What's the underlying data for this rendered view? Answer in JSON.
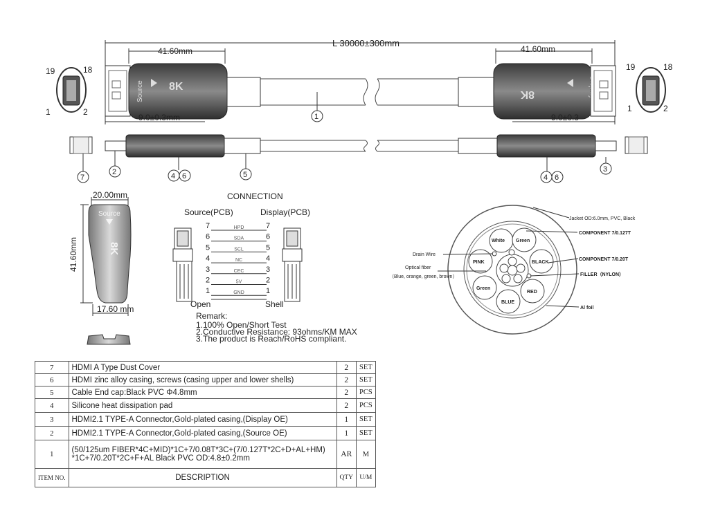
{
  "dimensions": {
    "total_length": "L 30000±300mm",
    "plug_length_left": "41.60mm",
    "plug_length_right": "41.60mm",
    "plug_width_left": "9.0±0.3mm",
    "plug_width_right": "9.0±0.3",
    "housing_width": "20.00mm",
    "housing_height": "41.60mm",
    "housing_bottom": "17.60 mm"
  },
  "pins": {
    "left_19": "19",
    "left_18": "18",
    "left_1": "1",
    "left_2": "2",
    "right_19": "19",
    "right_18": "18",
    "right_1": "1",
    "right_2": "2"
  },
  "labels": {
    "source_mark": "Source",
    "display_mark": "Display",
    "badge_8k": "8K",
    "housing_source": "Source",
    "housing_8k": "8K"
  },
  "callouts": {
    "c1": "1",
    "c2": "2",
    "c3": "3",
    "c4a": "4",
    "c6a": "6",
    "c5": "5",
    "c7": "7",
    "c4b": "4",
    "c6b": "6"
  },
  "connection": {
    "title": "CONNECTION",
    "source_header": "Source(PCB)",
    "display_header": "Display(PCB)",
    "rows": [
      {
        "left": "7",
        "signal": "HPD",
        "right": "7"
      },
      {
        "left": "6",
        "signal": "SDA",
        "right": "6"
      },
      {
        "left": "5",
        "signal": "SCL",
        "right": "5"
      },
      {
        "left": "4",
        "signal": "NC",
        "right": "4"
      },
      {
        "left": "3",
        "signal": "CEC",
        "right": "3"
      },
      {
        "left": "2",
        "signal": "5V",
        "right": "2"
      },
      {
        "left": "1",
        "signal": "GND",
        "right": "1"
      }
    ],
    "open_label": "Open",
    "shell_label": "Shell",
    "remark_title": "Remark:",
    "remarks": [
      "1.100% Open/Short Test",
      "2.Conductive Resistance: 93ohms/KM MAX",
      "3.The product is Reach/RoHS compliant."
    ]
  },
  "cross_section": {
    "jacket": "Jacket OD:6.0mm, PVC, Black",
    "component_127": "COMPONENT 7/0.127T",
    "component_20": "COMPONENT 7/0.20T",
    "filler": "FILLER（NYLON）",
    "al_foil": "Al foil",
    "drain_wire": "Drain Wire",
    "optical_fiber": "Optical fiber",
    "optical_fiber_colors": "（Blue, orange, green, brown）",
    "conductors": [
      "White",
      "Green",
      "PINK",
      "BLACK",
      "Green",
      "RED",
      "BLUE"
    ]
  },
  "bom": {
    "rows": [
      {
        "item": "7",
        "desc": "HDMI A Type Dust Cover",
        "desc2": "",
        "qty": "2",
        "unit": "SET"
      },
      {
        "item": "6",
        "desc": "HDMI zinc alloy casing, screws (casing upper and lower shells)",
        "desc2": "",
        "qty": "2",
        "unit": "SET"
      },
      {
        "item": "5",
        "desc": "Cable End cap:Black PVC Φ4.8mm",
        "desc2": "",
        "qty": "2",
        "unit": "PCS"
      },
      {
        "item": "4",
        "desc": "Silicone heat dissipation pad",
        "desc2": "",
        "qty": "2",
        "unit": "PCS"
      },
      {
        "item": "3",
        "desc": "HDMI2.1 TYPE-A Connector,Gold-plated casing,(Display OE)",
        "desc2": "",
        "qty": "1",
        "unit": "SET"
      },
      {
        "item": "2",
        "desc": "HDMI2.1 TYPE-A Connector,Gold-plated casing,(Source OE)",
        "desc2": "",
        "qty": "1",
        "unit": "SET"
      },
      {
        "item": "1",
        "desc": "(50/125um FIBER*4C+MID)*1C+7/0.08T*3C+(7/0.127T*2C+D+AL+HM)",
        "desc2": "*1C+7/0.20T*2C+F+AL  Black PVC OD:4.8±0.2mm",
        "qty": "AR",
        "unit": "M"
      }
    ],
    "header": {
      "item": "ITEM NO.",
      "desc": "DESCRIPTION",
      "qty": "QTY",
      "unit": "U/M"
    }
  }
}
